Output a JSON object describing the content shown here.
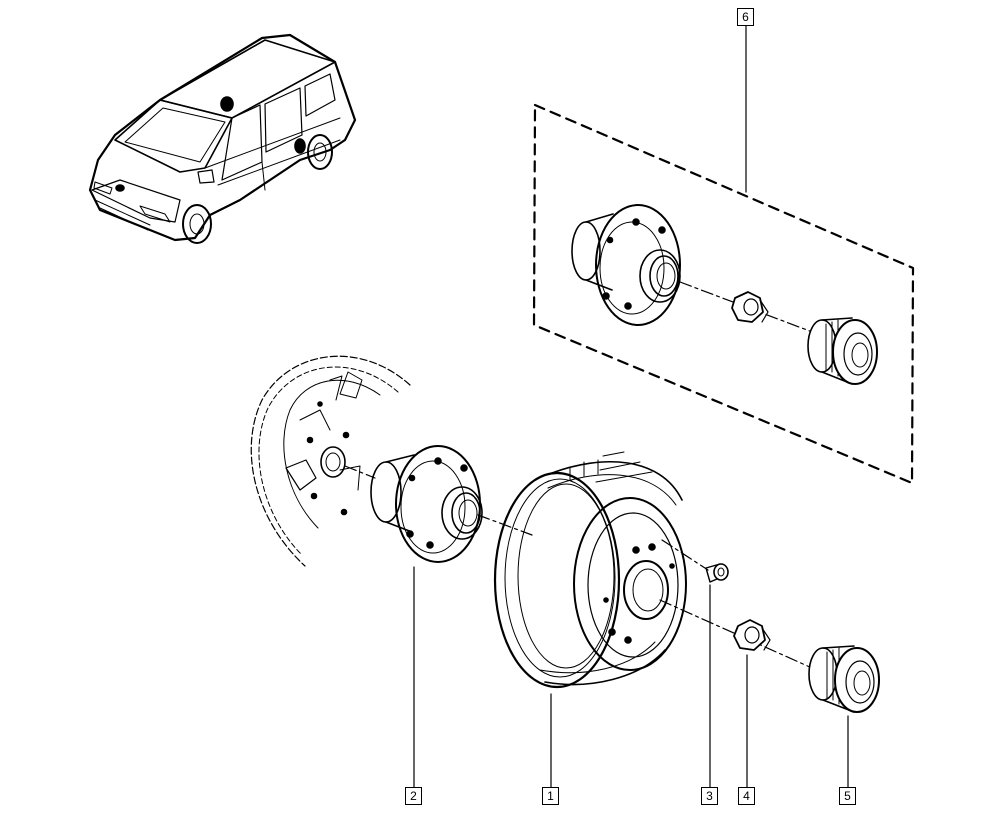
{
  "diagram": {
    "callouts": [
      {
        "id": "c1",
        "label": "1"
      },
      {
        "id": "c2",
        "label": "2"
      },
      {
        "id": "c3",
        "label": "3"
      },
      {
        "id": "c4",
        "label": "4"
      },
      {
        "id": "c5",
        "label": "5"
      },
      {
        "id": "c6",
        "label": "6"
      }
    ],
    "parts": [
      {
        "name": "vehicle-illustration"
      },
      {
        "name": "backing-plate"
      },
      {
        "name": "wheel-hub"
      },
      {
        "name": "brake-drum"
      },
      {
        "name": "drum-screw"
      },
      {
        "name": "hub-nut"
      },
      {
        "name": "hub-cap"
      },
      {
        "name": "hub-kit-group"
      }
    ],
    "colors": {
      "line": "#000000",
      "background": "#ffffff"
    }
  }
}
